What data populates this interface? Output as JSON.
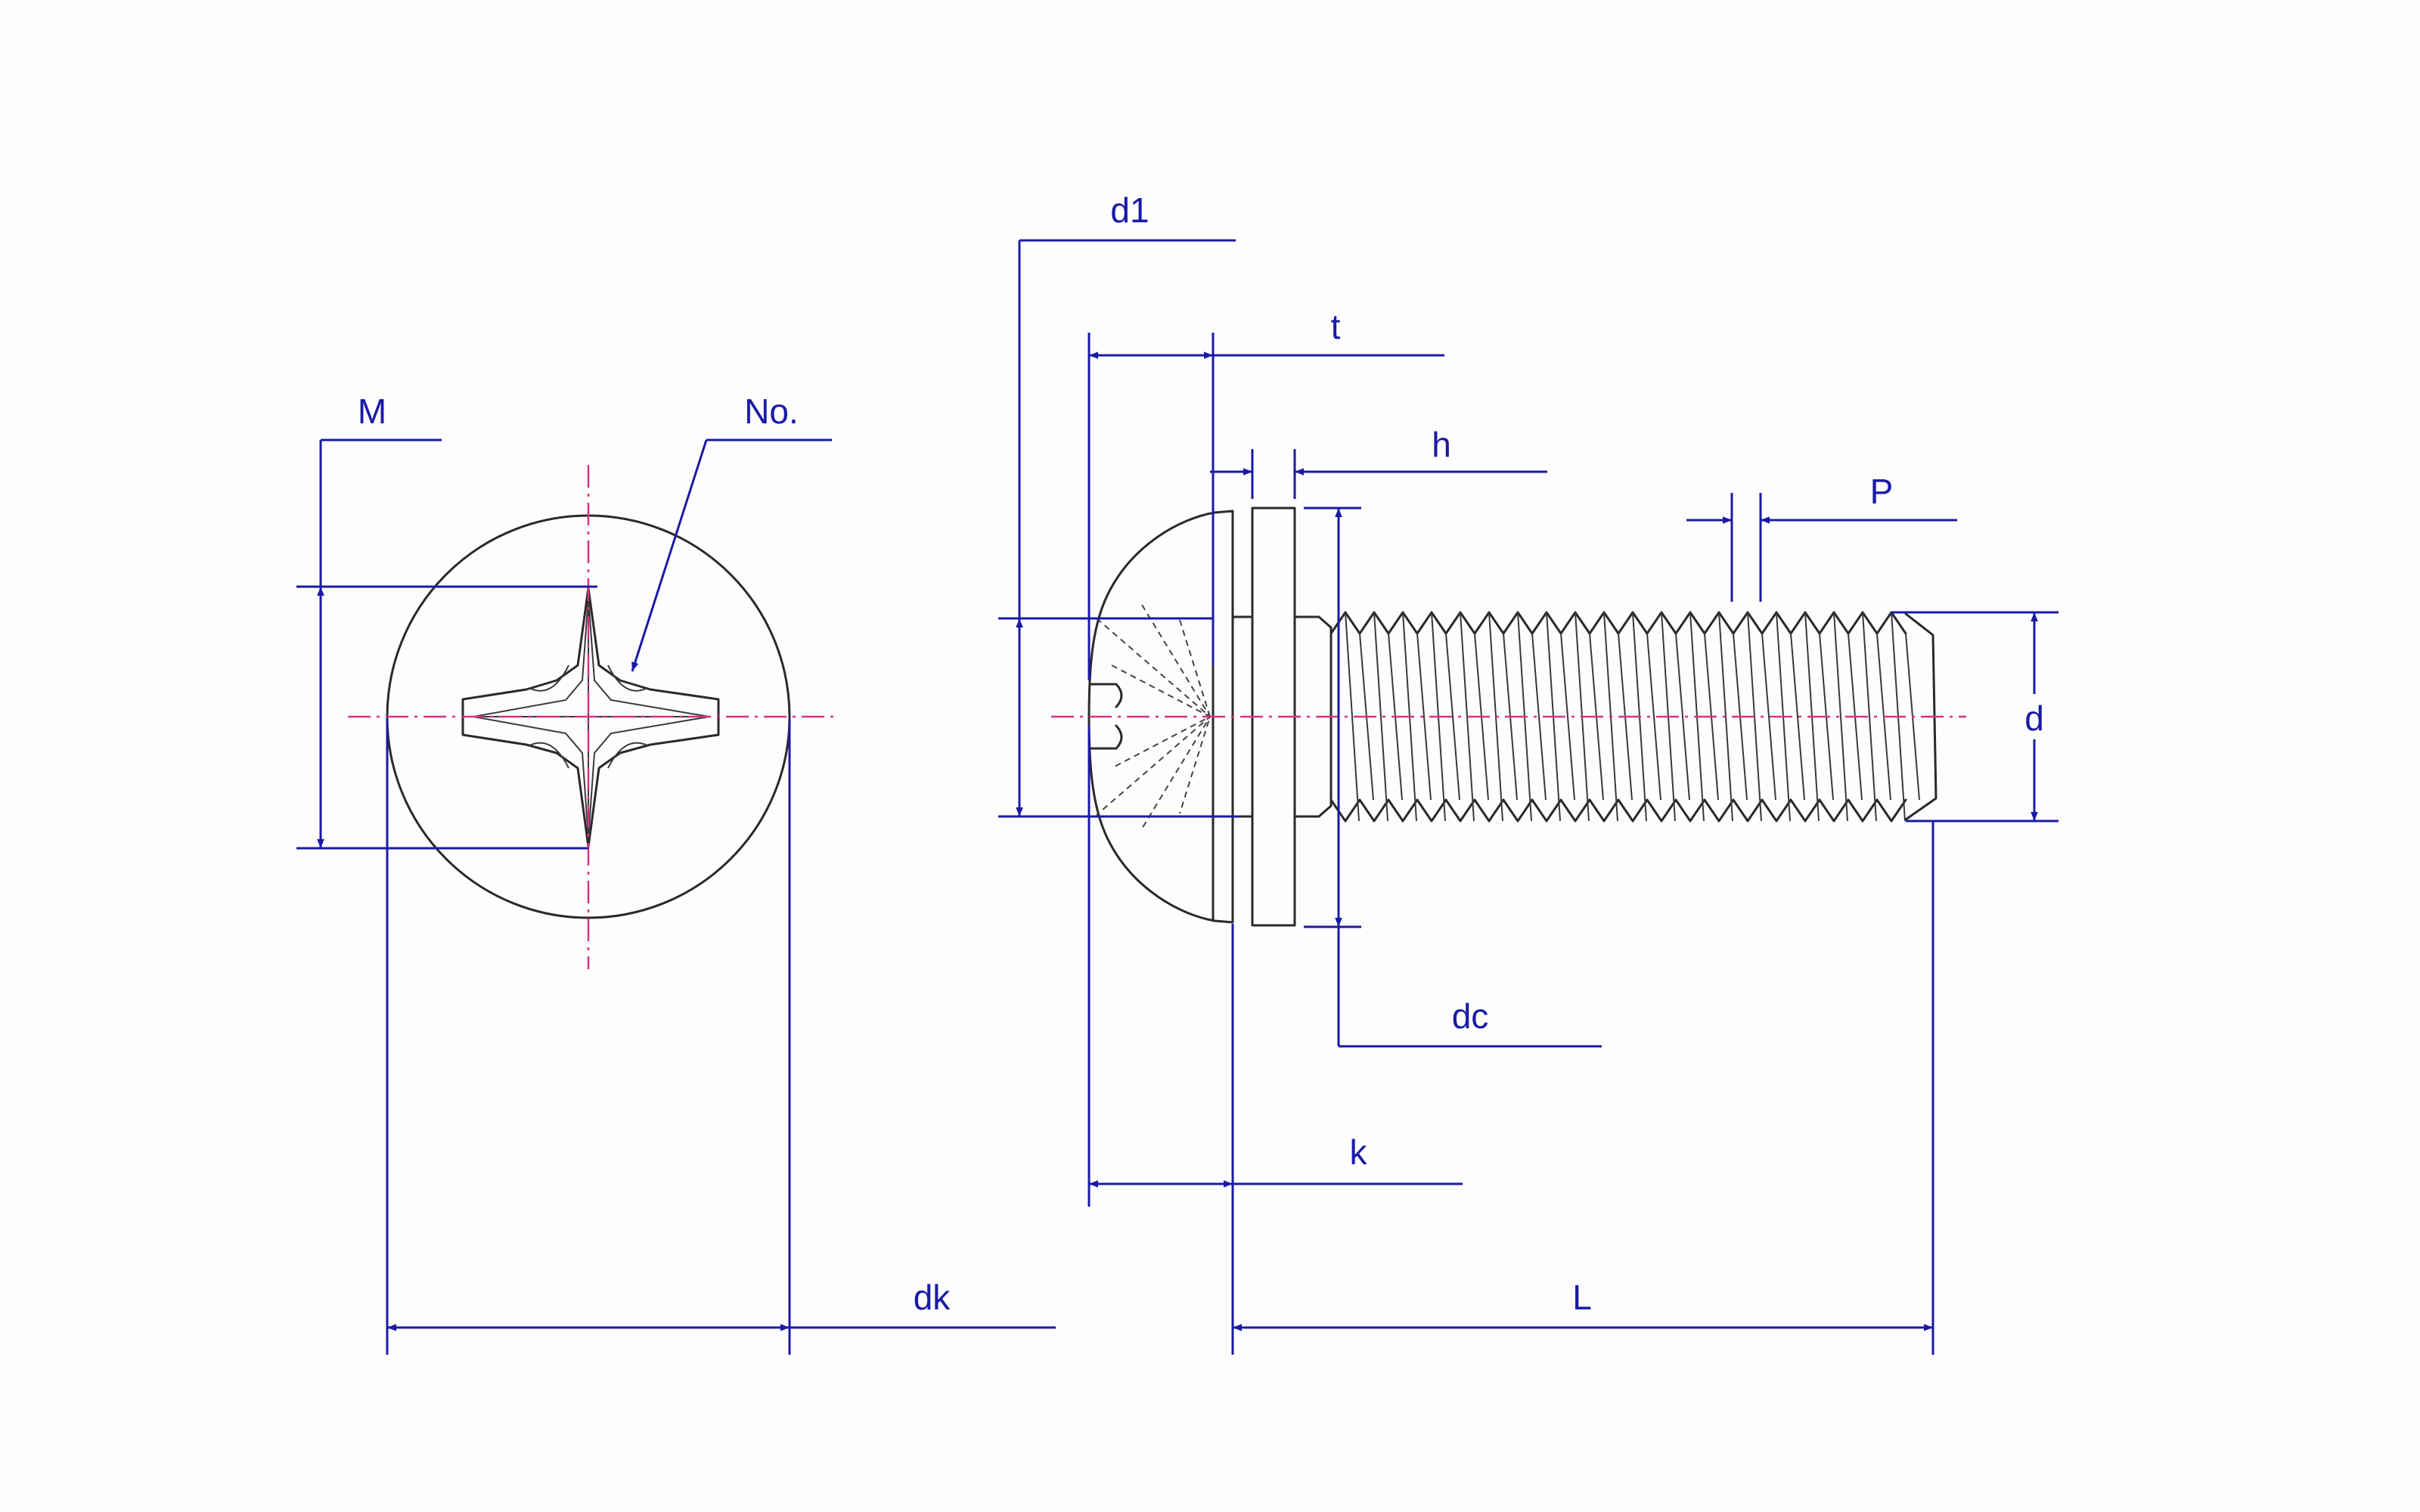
{
  "labels": {
    "M": "M",
    "No": "No.",
    "d1": "d1",
    "t": "t",
    "h": "h",
    "P": "P",
    "d": "d",
    "dc": "dc",
    "k": "k",
    "dk": "dk",
    "L": "L"
  },
  "colors": {
    "dimension": "#1a1aa6",
    "centerline": "#d6338a",
    "outline": "#2a2a2a",
    "background": "#fdfdfd"
  }
}
